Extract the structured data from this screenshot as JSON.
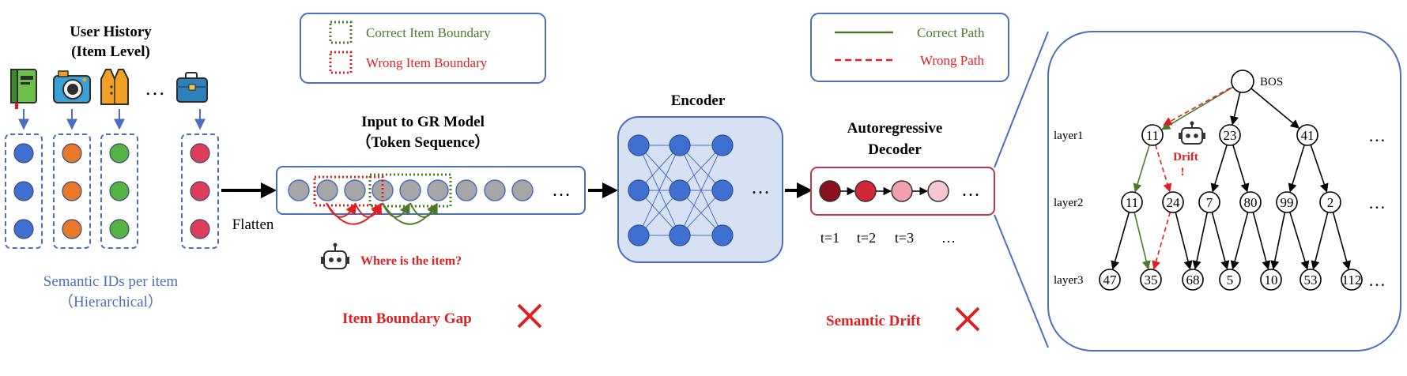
{
  "user_history": {
    "title_line1": "User History",
    "title_line2": "(Item Level)",
    "ellipsis": "…"
  },
  "items": [
    {
      "icon": "book-icon",
      "color": "#3f6fd0"
    },
    {
      "icon": "camera-icon",
      "color": "#e8782a"
    },
    {
      "icon": "vest-icon",
      "color": "#56b144"
    },
    {
      "icon": "briefcase-icon",
      "color": "#df3d5a"
    }
  ],
  "semantic_ids": {
    "label_line1": "Semantic IDs per item",
    "label_line2": "（Hierarchical）"
  },
  "flatten_label": "Flatten",
  "legend_boundary": {
    "correct": "Correct Item Boundary",
    "wrong": "Wrong Item Boundary"
  },
  "legend_path": {
    "correct": "Correct Path",
    "wrong": "Wrong Path"
  },
  "input": {
    "title_line1": "Input to GR Model",
    "title_line2": "（Token Sequence）",
    "ellipsis": "…",
    "question": "Where is the item?"
  },
  "encoder": {
    "title": "Encoder",
    "ellipsis": "…"
  },
  "decoder": {
    "title_line1": "Autoregressive",
    "title_line2": "Decoder",
    "ellipsis": "…",
    "tokens": [
      "#8b0f1d",
      "#d6263a",
      "#f0a0ae",
      "#f6c7d0"
    ],
    "steps": [
      "t=1",
      "t=2",
      "t=3",
      "…"
    ]
  },
  "problems": {
    "boundary_gap": "Item Boundary Gap",
    "semantic_drift": "Semantic Drift"
  },
  "tree": {
    "root": "BOS",
    "drift_label_line1": "Drift",
    "drift_label_line2": "!",
    "ellipsis": "…",
    "layer_labels": [
      "layer1",
      "layer2",
      "layer3"
    ],
    "layer1": [
      "11",
      "23",
      "41"
    ],
    "layer2": [
      "11",
      "24",
      "7",
      "80",
      "99",
      "2"
    ],
    "layer3": [
      "47",
      "35",
      "68",
      "5",
      "10",
      "53",
      "112"
    ]
  },
  "colors": {
    "blue_frame": "#4a6fbf",
    "green": "#4a7a2a",
    "red": "#e02020",
    "gray_token": "#a6a6a6"
  }
}
